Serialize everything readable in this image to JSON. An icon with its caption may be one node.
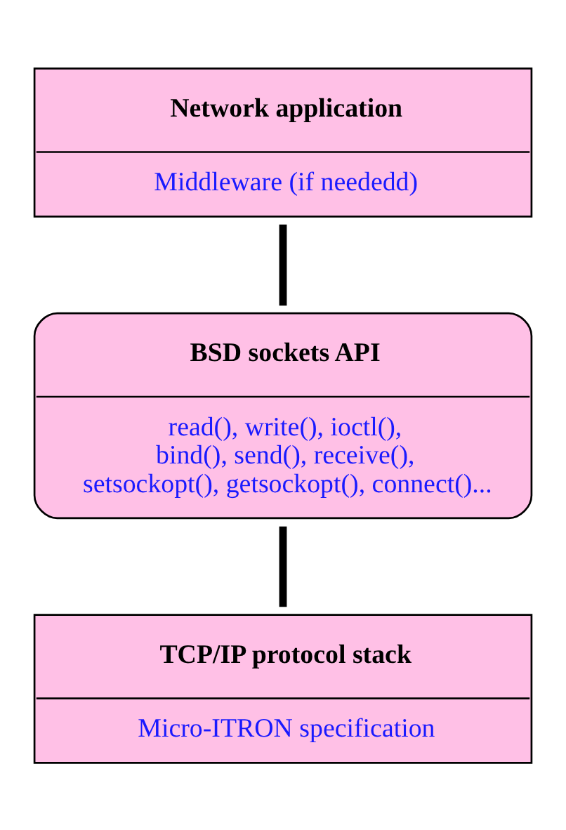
{
  "diagram": {
    "nodes": [
      {
        "text": [
          "Network application",
          "Middleware (if neededd)"
        ]
      },
      {
        "text": [
          "BSD sockets API",
          "read(), write(), ioctl(), bind(), send(), receive(), setsockopt(), getsockopt(), connect()..."
        ]
      },
      {
        "text": [
          "TCP/IP protocol stack",
          "Micro-ITRON specification"
        ]
      }
    ],
    "edges": [
      {
        "from": 0,
        "to": 1,
        "arrow": "none"
      },
      {
        "from": 1,
        "to": 2,
        "arrow": "none"
      }
    ]
  }
}
